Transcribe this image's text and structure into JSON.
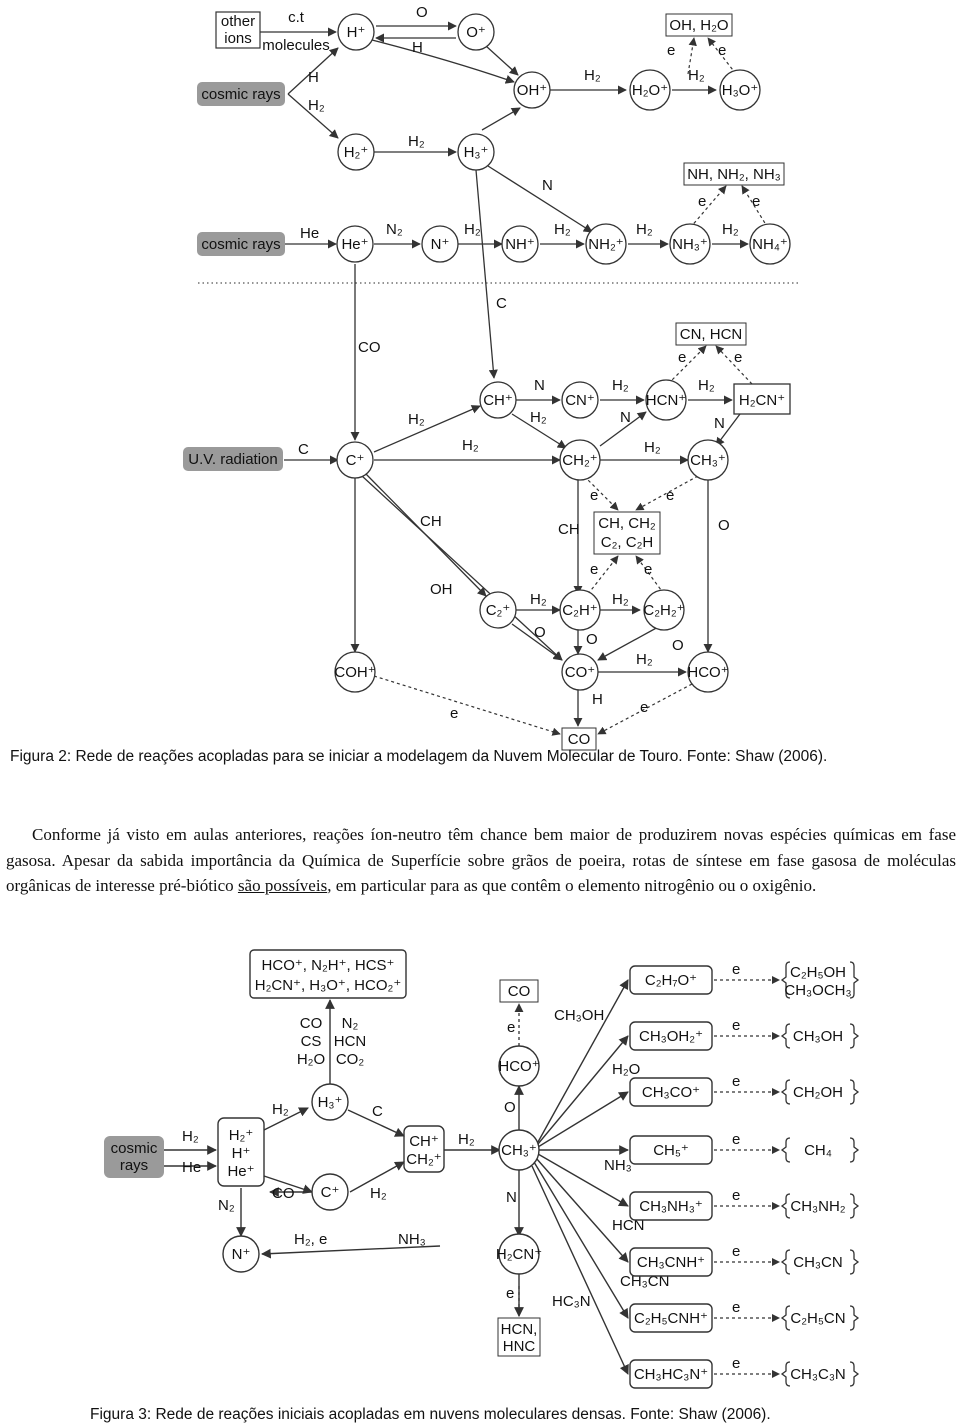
{
  "figure2": {
    "caption": "Figura 2: Rede de reações acopladas para se iniciar a modelagem da Nuvem Molecular de Touro. Fonte: Shaw (2006).",
    "nodes": {
      "other_ions_1": "other",
      "other_ions_2": "ions",
      "ct_molecules_1": "c.t",
      "ct_molecules_2": "molecules",
      "cosmic_rays_1": "cosmic rays",
      "cosmic_rays_2": "cosmic rays",
      "uv_radiation": "U.V. radiation",
      "Hp": "H⁺",
      "Op": "O⁺",
      "OHp": "OH⁺",
      "H2Op": "H₂O⁺",
      "H3Op": "H₃O⁺",
      "OH_H2O": "OH, H₂O",
      "H2p": "H₂⁺",
      "H3p": "H₃⁺",
      "NH_NH2_NH3": "NH, NH₂, NH₃",
      "Hep": "He⁺",
      "Np": "N⁺",
      "NHp": "NH⁺",
      "NH2p": "NH₂⁺",
      "NH3p": "NH₃⁺",
      "NH4p": "NH₄⁺",
      "CN_HCN": "CN, HCN",
      "CHp": "CH⁺",
      "CNp": "CN⁺",
      "HCNp": "HCN⁺",
      "H2CNp": "H₂CN⁺",
      "Cp": "C⁺",
      "CH2p": "CH₂⁺",
      "CH3p": "CH₃⁺",
      "CH_CH2_C2_C2H_1": "CH, CH₂",
      "CH_CH2_C2_C2H_2": "C₂, C₂H",
      "C2p": "C₂⁺",
      "C2Hp": "C₂H⁺",
      "C2H2p": "C₂H₂⁺",
      "COHp": "COH⁺",
      "COp": "CO⁺",
      "HCOp": "HCO⁺",
      "CO": "CO"
    },
    "edge_labels": {
      "O": "O",
      "H": "H",
      "H2": "H₂",
      "He": "He",
      "N2": "N₂",
      "N": "N",
      "C": "C",
      "CO": "CO",
      "CH": "CH",
      "OH": "OH",
      "e": "e"
    }
  },
  "paragraph": {
    "part1": "Conforme já visto em aulas anteriores, reações íon-neutro têm chance bem maior de produzirem novas espécies químicas em fase gasosa. Apesar da sabida importância da Química de Superfície sobre grãos de poeira, rotas de síntese em fase gasosa de moléculas orgânicas de interesse pré-biótico ",
    "underlined": "são possíveis",
    "part2": ", em particular para as que contêm o elemento nitrogênio ou o oxigênio."
  },
  "figure3": {
    "caption": "Figura 3: Rede de reações iniciais acopladas em nuvens moleculares densas. Fonte: Shaw (2006).",
    "top_box_1": "HCO⁺, N₂H⁺, HCS⁺",
    "top_box_2": "H₂CN⁺, H₃O⁺, HCO₂⁺",
    "reactants_left": [
      "CO",
      "CS",
      "H₂O"
    ],
    "reactants_right": [
      "N₂",
      "HCN",
      "CO₂"
    ],
    "cosmic_1": "cosmic",
    "cosmic_2": "rays",
    "ion_box": [
      "H₂⁺",
      "H⁺",
      "He⁺"
    ],
    "H3p": "H₃⁺",
    "Cp": "C⁺",
    "Np": "N⁺",
    "CHp_CH2p_1": "CH⁺",
    "CHp_CH2p_2": "CH₂⁺",
    "CH3p": "CH₃⁺",
    "HCOp": "HCO⁺",
    "CO": "CO",
    "H2CNp": "H₂CN⁺",
    "HCN_HNC_1": "HCN,",
    "HCN_HNC_2": "HNC",
    "labels": {
      "H2": "H₂",
      "He": "He",
      "N2": "N₂",
      "CO": "CO",
      "C": "C",
      "O": "O",
      "N": "N",
      "e": "e",
      "H2_e": "H₂, e",
      "NH3": "NH₃",
      "CH3OH": "CH₃OH",
      "H2O": "H₂O",
      "HCN": "HCN",
      "CH3CN": "CH₃CN",
      "HC3N": "HC₃N"
    },
    "ions": [
      "C₂H₇O⁺",
      "CH₃OH₂⁺",
      "CH₃CO⁺",
      "CH₅⁺",
      "CH₃NH₃⁺",
      "CH₃CNH⁺",
      "C₂H₅CNH⁺",
      "CH₃HC₃N⁺"
    ],
    "products": [
      "C₂H₅OH",
      "CH₃OH",
      "CH₂OH",
      "CH₄",
      "CH₃NH₂",
      "CH₃CN",
      "C₂H₅CN",
      "CH₃C₃N"
    ],
    "products_extra": "CH₃OCH₃"
  }
}
